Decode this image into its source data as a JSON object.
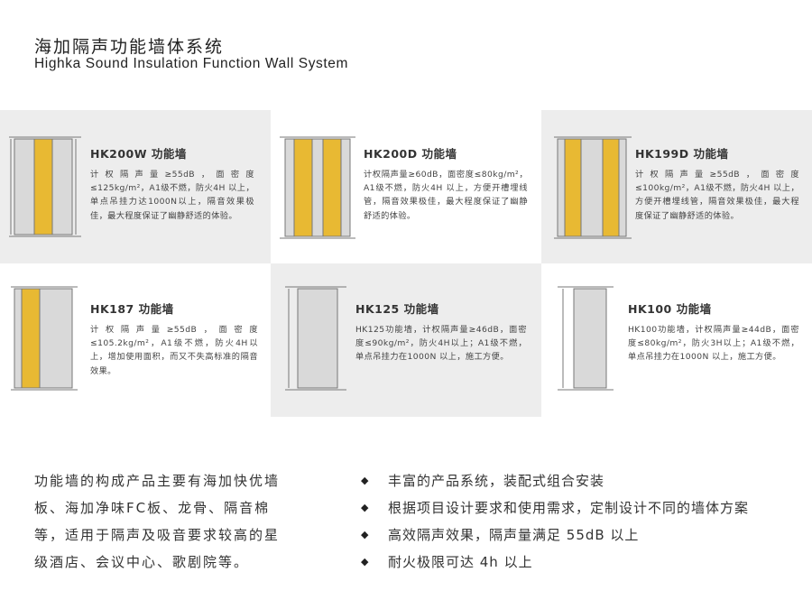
{
  "header": {
    "title_zh": "海加隔声功能墙体系统",
    "title_en": "Highka Sound Insulation Function Wall System"
  },
  "walls": [
    {
      "name": "HK200W 功能墙",
      "desc": "计权隔声量≥55dB，面密度≤125kg/m²，A1级不燃，防火4H 以上，单点吊挂力达1000N以上，隔音效果极佳，最大程度保证了幽静舒适的体验。"
    },
    {
      "name": "HK200D 功能墙",
      "desc": "计权隔声量≥60dB，面密度≤80kg/m²，A1级不燃，防火4H 以上，方便开槽埋线管，隔音效果极佳，最大程度保证了幽静舒适的体验。"
    },
    {
      "name": "HK199D 功能墙",
      "desc": "计权隔声量≥55dB，面密度≤100kg/m²，A1级不燃，防火4H 以上，方便开槽埋线管，隔音效果极佳，最大程度保证了幽静舒适的体验。"
    },
    {
      "name": "HK187 功能墙",
      "desc": "计权隔声量≥55dB，面密度≤105.2kg/m²，A1级不燃，防火4H以上，增加使用面积，而又不失高标准的隔音效果。"
    },
    {
      "name": "HK125 功能墙",
      "desc": "HK125功能墙，计权隔声量≥46dB，面密度≤90kg/m²，防火4H以上；A1级不燃，单点吊挂力在1000N 以上，施工方便。"
    },
    {
      "name": "HK100 功能墙",
      "desc": "HK100功能墙，计权隔声量≥44dB，面密度≤80kg/m²，防火3H以上；A1级不燃，单点吊挂力在1000N 以上，施工方便。"
    }
  ],
  "intro": "功能墙的构成产品主要有海加快优墙板、海加净味FC板、龙骨、隔音棉等，适用于隔声及吸音要求较高的星级酒店、会议中心、歌剧院等。",
  "features": [
    {
      "bullet": "◆",
      "text": "丰富的产品系统，装配式组合安装"
    },
    {
      "bullet": "◆",
      "text": "根据项目设计要求和使用需求，定制设计不同的墙体方案"
    },
    {
      "bullet": "◆",
      "text": "高效隔声效果，隔声量满足 55dB 以上"
    },
    {
      "bullet": "◆",
      "text": "耐火极限可达 4h 以上"
    }
  ],
  "colors": {
    "panel_gray": "#ededed",
    "insulation": "#e8b933",
    "board": "#d9d9d9",
    "outline": "#777777"
  }
}
